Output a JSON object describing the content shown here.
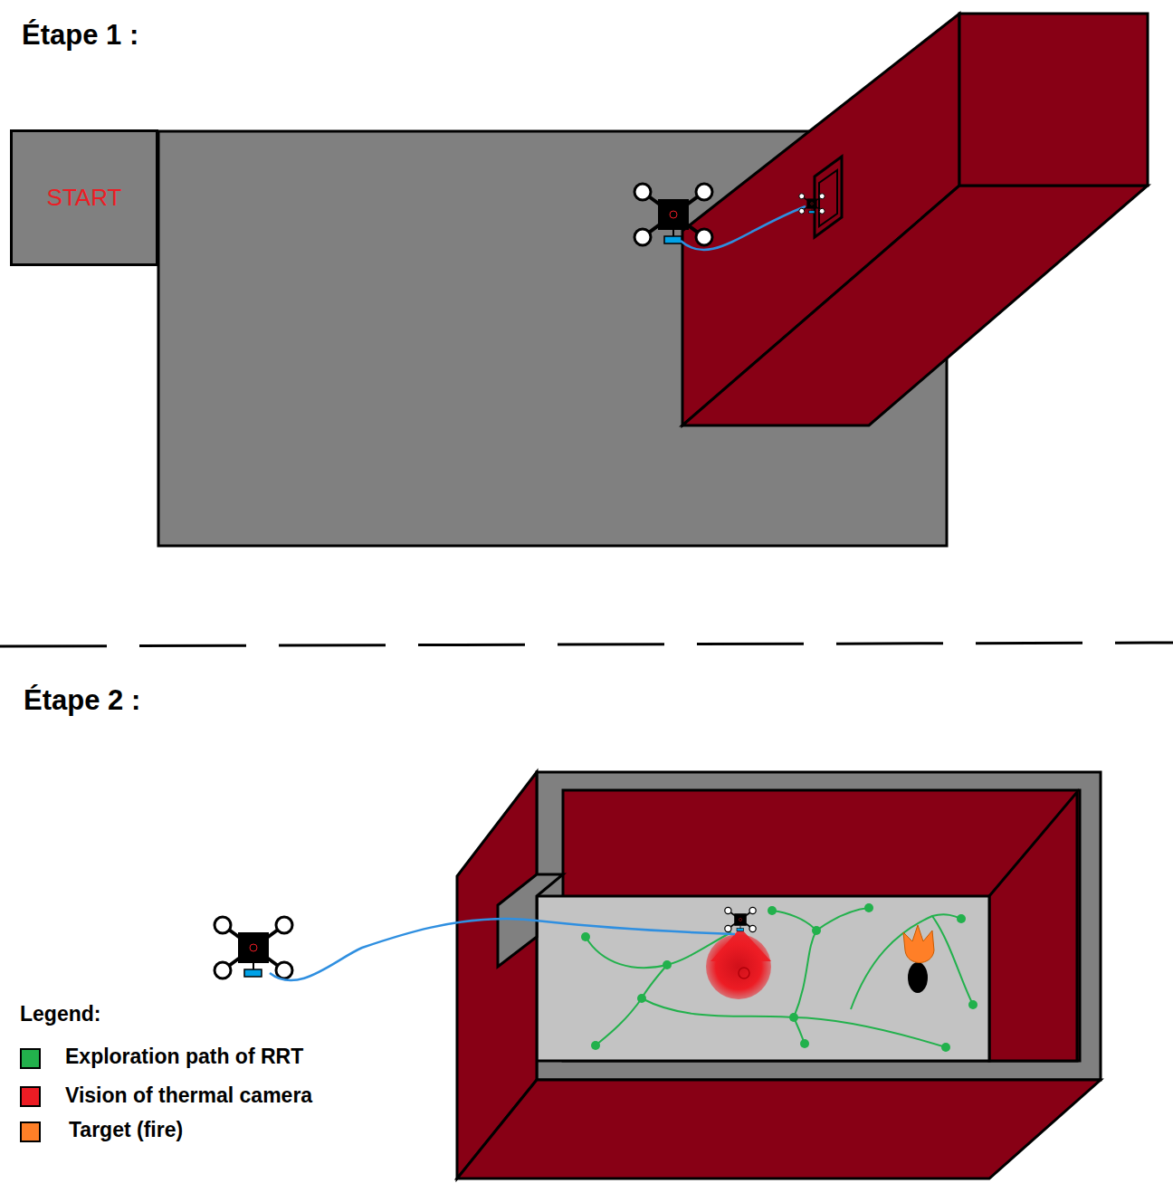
{
  "diagram": {
    "nodes": [
      {
        "text": [
          "START"
        ]
      }
    ],
    "labels": [
      "Étape 1 :",
      "Étape 2 :",
      "Legend:"
    ],
    "legend": [
      {
        "text": "Exploration path of RRT",
        "color": "#22b14c"
      },
      {
        "text": "Vision of thermal camera",
        "color": "#ed1c24"
      },
      {
        "text": "Target (fire)",
        "color": "#ff7f27"
      }
    ]
  }
}
